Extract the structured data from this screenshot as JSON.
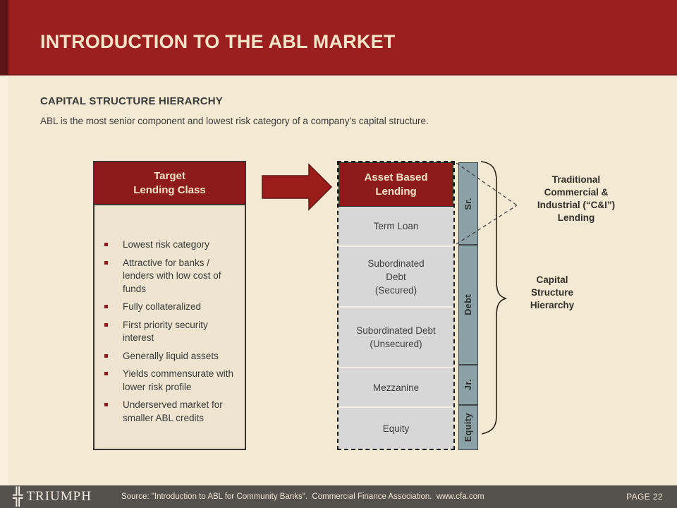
{
  "colors": {
    "band_red": "#9b1f1f",
    "box_red": "#8e1b1b",
    "corner_maroon": "#5a1514",
    "cream_background": "#f4e9d3",
    "segment_gray": "#d7d7d7",
    "bar_slate": "#8ba1a5",
    "footer_gray": "#55514c"
  },
  "header": {
    "title": "INTRODUCTION TO THE ABL MARKET"
  },
  "section": {
    "heading": "CAPITAL STRUCTURE HIERARCHY",
    "description": "ABL is the most senior component and lowest risk category of a company’s capital structure."
  },
  "left_box": {
    "title": "Target\nLending Class",
    "bullets": [
      "Lowest risk category",
      "Attractive for banks / lenders with low cost of funds",
      "Fully collateralized",
      "First priority security interest",
      "Generally liquid assets",
      "Yields commensurate with lower risk profile",
      "Underserved market for smaller ABL credits"
    ]
  },
  "stack": {
    "header": "Asset Based\nLending",
    "segments": [
      "Term Loan",
      "Subordinated\nDebt\n(Secured)",
      "Subordinated Debt\n(Unsecured)",
      "Mezzanine",
      "Equity"
    ]
  },
  "seniority_bar": {
    "segments": [
      "Sr.",
      "Debt",
      "Jr.",
      "Equity"
    ]
  },
  "annotations": {
    "traditional": "Traditional\nCommercial &\nIndustrial (“C&I”)\nLending",
    "hierarchy": "Capital\nStructure\nHierarchy"
  },
  "footer": {
    "logo_icon": "╬",
    "logo_text": "TRIUMPH",
    "source": "Source: \"Introduction to ABL for Community Banks\".  Commercial Finance Association.  www.cfa.com",
    "page": "PAGE 22"
  }
}
